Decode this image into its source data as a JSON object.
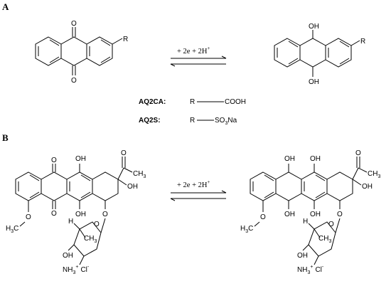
{
  "panels": {
    "a": {
      "label": "A",
      "substituent": "R",
      "conditions": {
        "main": "+ 2e + 2H",
        "sup": "+"
      },
      "product_groups": {
        "oh_top": "OH",
        "oh_bottom": "OH"
      },
      "legend": [
        {
          "name": "AQ2CA:",
          "r": "R",
          "group": "COOH",
          "sub": ""
        },
        {
          "name": "AQ2S:",
          "r": "R",
          "group": "SO",
          "sub": "3",
          "tail": "Na"
        }
      ]
    },
    "b": {
      "label": "B",
      "conditions": {
        "main": "+ 2e + 2H",
        "sup": "+"
      },
      "groups": {
        "oh": "OH",
        "ch3": "CH",
        "ch3_sub": "3",
        "methyl_c": "C",
        "methyl_h": "H",
        "methoxy_o": "O",
        "ring_o": "O",
        "amine": "NH",
        "amine_sub": "3",
        "amine_sup": "+",
        "chloride": "Cl",
        "chloride_sup": "-",
        "h": "H"
      }
    }
  }
}
